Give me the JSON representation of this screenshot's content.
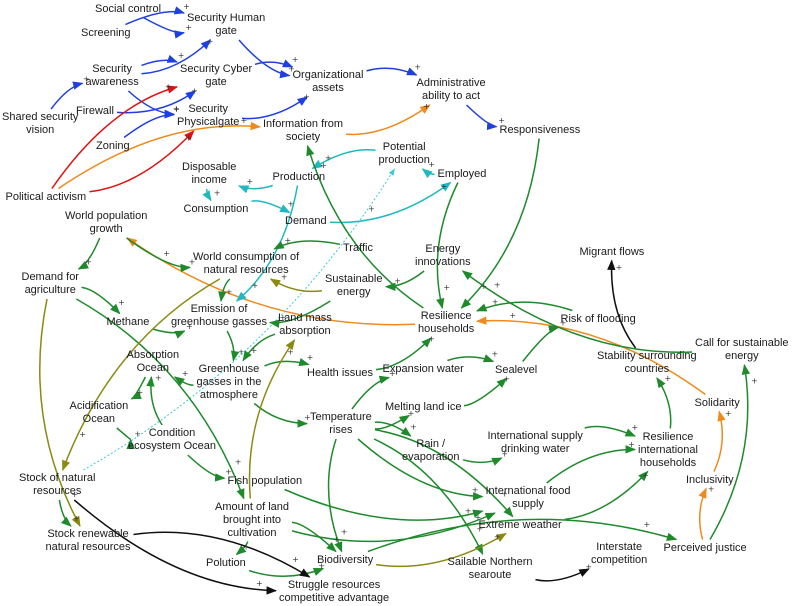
{
  "nodes": {
    "social_control": "Social control",
    "screening": "Screening",
    "security_human_gate": [
      "Security Human",
      "gate"
    ],
    "security_awareness": [
      "Security",
      "awareness"
    ],
    "security_cyber_gate": [
      "Security Cyber",
      "gate"
    ],
    "organizational_assets": [
      "Organizational",
      "assets"
    ],
    "administrative_ability": [
      "Administrative",
      "ability to act"
    ],
    "firewall": "Firewall",
    "shared_security_vision": [
      "Shared security",
      "vision"
    ],
    "security_physical_gate": [
      "Security",
      "Physicalgate"
    ],
    "zoning": "Zoning",
    "information_from_society": [
      "Information from",
      "society"
    ],
    "responsiveness": "Responsiveness",
    "potential_production": [
      "Potential",
      "production"
    ],
    "disposable_income": [
      "Disposable",
      "income"
    ],
    "production": "Production",
    "employed": "Employed",
    "political_activism": "Political activism",
    "consumption": "Consumption",
    "demand": "Demand",
    "world_population_growth": [
      "World population",
      "growth"
    ],
    "traffic": "Traffic",
    "energy_innovations": [
      "Energy",
      "innovations"
    ],
    "world_consumption": [
      "World consumption of",
      "natural resources"
    ],
    "migrant_flows": "Migrant flows",
    "sustainable_energy": [
      "Sustainable",
      "energy"
    ],
    "demand_for_agriculture": [
      "Demand for",
      "agriculture"
    ],
    "methane": "Methane",
    "emission_ghg": [
      "Emission of",
      "greenhouse gasses"
    ],
    "land_mass_absorption": [
      "Land mass",
      "absorption"
    ],
    "resilience_households": [
      "Resilience",
      "households"
    ],
    "risk_of_flooding": "Risk of flooding",
    "call_for_sustainable_energy": [
      "Call for sustainable",
      "energy"
    ],
    "absorption_ocean": [
      "Absorption",
      "Ocean"
    ],
    "health_issues": "Health issues",
    "expansion_water": "Expansion water",
    "sealevel": "Sealevel",
    "stability_surrounding": [
      "Stability surrounding",
      "countries"
    ],
    "ghg_atmosphere": [
      "Greenhouse",
      "gasses in the",
      "atmosphere"
    ],
    "melting_land_ice": "Melting land ice",
    "acidification_ocean": [
      "Acidification",
      "Ocean"
    ],
    "solidarity": "Solidarity",
    "temperature_rises": [
      "Temperature",
      "rises"
    ],
    "condition_ecosystem_ocean": [
      "Condition",
      "ecosystem Ocean"
    ],
    "rain_evaporation": [
      "Rain /",
      "evaporation"
    ],
    "international_supply_drinking_water": [
      "International supply",
      "drinking water"
    ],
    "resilience_international_households": [
      "Resilience",
      "international",
      "households"
    ],
    "stock_natural_resources": [
      "Stock of natural",
      "resources"
    ],
    "fish_population": "Fish population",
    "inclusivity": "Inclusivity",
    "international_food_supply": [
      "International food",
      "supply"
    ],
    "amount_of_land": [
      "Amount of land",
      "brought into",
      "cultivation"
    ],
    "extreme_weather": "Extreme weather",
    "stock_renewable": [
      "Stock renewable",
      "natural resources"
    ],
    "interstate_competition": [
      "Interstate",
      "competition"
    ],
    "perceived_justice": "Perceived justice",
    "polution": "Polution",
    "biodiversity": "Biodiversity",
    "sailable_northern_searoute": [
      "Sailable Northern",
      "searoute"
    ],
    "struggle_resources": [
      "Struggle resources",
      "competitive advantage"
    ]
  },
  "sign": "+",
  "link_colors": {
    "blue": "#1f3fe0",
    "red": "#e01010",
    "orange": "#f08a1c",
    "teal": "#20b8c0",
    "green": "#1e8a2c",
    "olive": "#8a8a10",
    "black": "#101010",
    "dotted_teal": "#40c8d8"
  },
  "links": [
    {
      "from": "social_control",
      "to": "security_human_gate",
      "color": "blue"
    },
    {
      "from": "screening",
      "to": "security_human_gate",
      "color": "blue"
    },
    {
      "from": "security_awareness",
      "to": "security_human_gate",
      "color": "blue"
    },
    {
      "from": "security_awareness",
      "to": "security_cyber_gate",
      "color": "blue"
    },
    {
      "from": "firewall",
      "to": "security_cyber_gate",
      "color": "blue"
    },
    {
      "from": "shared_security_vision",
      "to": "security_awareness",
      "color": "blue"
    },
    {
      "from": "security_awareness",
      "to": "security_physical_gate",
      "color": "blue"
    },
    {
      "from": "zoning",
      "to": "security_physical_gate",
      "color": "blue"
    },
    {
      "from": "security_human_gate",
      "to": "organizational_assets",
      "color": "blue"
    },
    {
      "from": "security_cyber_gate",
      "to": "organizational_assets",
      "color": "blue"
    },
    {
      "from": "security_physical_gate",
      "to": "organizational_assets",
      "color": "blue"
    },
    {
      "from": "organizational_assets",
      "to": "administrative_ability",
      "color": "blue"
    },
    {
      "from": "administrative_ability",
      "to": "responsiveness",
      "color": "blue"
    },
    {
      "from": "political_activism",
      "to": "security_cyber_gate",
      "color": "red"
    },
    {
      "from": "political_activism",
      "to": "security_physical_gate",
      "color": "red"
    },
    {
      "from": "political_activism",
      "to": "information_from_society",
      "color": "orange"
    },
    {
      "from": "information_from_society",
      "to": "administrative_ability",
      "color": "orange"
    },
    {
      "from": "resilience_households",
      "to": "world_population_growth",
      "color": "orange"
    },
    {
      "from": "solidarity",
      "to": "resilience_households",
      "color": "orange"
    },
    {
      "from": "perceived_justice",
      "to": "inclusivity",
      "color": "orange"
    },
    {
      "from": "inclusivity",
      "to": "solidarity",
      "color": "orange"
    },
    {
      "from": "production",
      "to": "disposable_income",
      "color": "teal"
    },
    {
      "from": "disposable_income",
      "to": "consumption",
      "color": "teal"
    },
    {
      "from": "consumption",
      "to": "demand",
      "color": "teal"
    },
    {
      "from": "demand",
      "to": "employed",
      "color": "teal"
    },
    {
      "from": "employed",
      "to": "potential_production",
      "color": "teal"
    },
    {
      "from": "potential_production",
      "to": "production",
      "color": "teal"
    },
    {
      "from": "production",
      "to": "emission_ghg",
      "color": "teal"
    },
    {
      "from": "stock_natural_resources",
      "to": "potential_production",
      "color": "dotted_teal"
    },
    {
      "from": "responsiveness",
      "to": "resilience_households",
      "color": "green"
    },
    {
      "from": "employed",
      "to": "resilience_households",
      "color": "green"
    },
    {
      "from": "energy_innovations",
      "to": "sustainable_energy",
      "color": "green"
    },
    {
      "from": "traffic",
      "to": "world_consumption",
      "color": "green"
    },
    {
      "from": "world_population_growth",
      "to": "demand_for_agriculture",
      "color": "green"
    },
    {
      "from": "world_population_growth",
      "to": "world_consumption",
      "color": "green"
    },
    {
      "from": "demand_for_agriculture",
      "to": "methane",
      "color": "green"
    },
    {
      "from": "methane",
      "to": "emission_ghg",
      "color": "green"
    },
    {
      "from": "sustainable_energy",
      "to": "emission_ghg",
      "color": "green"
    },
    {
      "from": "world_consumption",
      "to": "emission_ghg",
      "color": "green"
    },
    {
      "from": "emission_ghg",
      "to": "ghg_atmosphere",
      "color": "green"
    },
    {
      "from": "land_mass_absorption",
      "to": "ghg_atmosphere",
      "color": "green"
    },
    {
      "from": "absorption_ocean",
      "to": "acidification_ocean",
      "color": "green"
    },
    {
      "from": "acidification_ocean",
      "to": "condition_ecosystem_ocean",
      "color": "green"
    },
    {
      "from": "condition_ecosystem_ocean",
      "to": "absorption_ocean",
      "color": "green"
    },
    {
      "from": "condition_ecosystem_ocean",
      "to": "fish_population",
      "color": "green"
    },
    {
      "from": "ghg_atmosphere",
      "to": "absorption_ocean",
      "color": "green"
    },
    {
      "from": "ghg_atmosphere",
      "to": "temperature_rises",
      "color": "green"
    },
    {
      "from": "ghg_atmosphere",
      "to": "health_issues",
      "color": "green"
    },
    {
      "from": "health_issues",
      "to": "resilience_households",
      "color": "green"
    },
    {
      "from": "temperature_rises",
      "to": "expansion_water",
      "color": "green"
    },
    {
      "from": "temperature_rises",
      "to": "melting_land_ice",
      "color": "green"
    },
    {
      "from": "expansion_water",
      "to": "sealevel",
      "color": "green"
    },
    {
      "from": "melting_land_ice",
      "to": "sealevel",
      "color": "green"
    },
    {
      "from": "sealevel",
      "to": "risk_of_flooding",
      "color": "green"
    },
    {
      "from": "risk_of_flooding",
      "to": "resilience_households",
      "color": "green"
    },
    {
      "from": "temperature_rises",
      "to": "rain_evaporation",
      "color": "green"
    },
    {
      "from": "rain_evaporation",
      "to": "international_supply_drinking_water",
      "color": "green"
    },
    {
      "from": "international_supply_drinking_water",
      "to": "resilience_international_households",
      "color": "green"
    },
    {
      "from": "temperature_rises",
      "to": "international_food_supply",
      "color": "green"
    },
    {
      "from": "temperature_rises",
      "to": "extreme_weather",
      "color": "green"
    },
    {
      "from": "temperature_rises",
      "to": "biodiversity",
      "color": "green"
    },
    {
      "from": "temperature_rises",
      "to": "sailable_northern_searoute",
      "color": "green"
    },
    {
      "from": "extreme_weather",
      "to": "resilience_international_households",
      "color": "green"
    },
    {
      "from": "international_food_supply",
      "to": "resilience_international_households",
      "color": "green"
    },
    {
      "from": "resilience_international_households",
      "to": "stability_surrounding",
      "color": "green"
    },
    {
      "from": "call_for_sustainable_energy",
      "to": "energy_innovations",
      "color": "green"
    },
    {
      "from": "perceived_justice",
      "to": "call_for_sustainable_energy",
      "color": "green"
    },
    {
      "from": "resilience_households",
      "to": "information_from_society",
      "color": "green"
    },
    {
      "from": "fish_population",
      "to": "international_food_supply",
      "color": "green"
    },
    {
      "from": "amount_of_land",
      "to": "polution",
      "color": "green"
    },
    {
      "from": "amount_of_land",
      "to": "international_food_supply",
      "color": "green"
    },
    {
      "from": "amount_of_land",
      "to": "biodiversity",
      "color": "green"
    },
    {
      "from": "polution",
      "to": "biodiversity",
      "color": "green"
    },
    {
      "from": "biodiversity",
      "to": "perceived_justice",
      "color": "green"
    },
    {
      "from": "stock_natural_resources",
      "to": "stock_renewable",
      "color": "green"
    },
    {
      "from": "demand_for_agriculture",
      "to": "amount_of_land",
      "color": "green"
    },
    {
      "from": "world_consumption",
      "to": "stock_natural_resources",
      "color": "olive"
    },
    {
      "from": "sustainable_energy",
      "to": "world_consumption",
      "color": "olive"
    },
    {
      "from": "demand_for_agriculture",
      "to": "stock_renewable",
      "color": "olive"
    },
    {
      "from": "amount_of_land",
      "to": "land_mass_absorption",
      "color": "olive"
    },
    {
      "from": "biodiversity",
      "to": "extreme_weather",
      "color": "olive"
    },
    {
      "from": "stability_surrounding",
      "to": "migrant_flows",
      "color": "black"
    },
    {
      "from": "stock_natural_resources",
      "to": "struggle_resources",
      "color": "black"
    },
    {
      "from": "stock_renewable",
      "to": "struggle_resources",
      "color": "black"
    },
    {
      "from": "sailable_northern_searoute",
      "to": "interstate_competition",
      "color": "black"
    }
  ]
}
